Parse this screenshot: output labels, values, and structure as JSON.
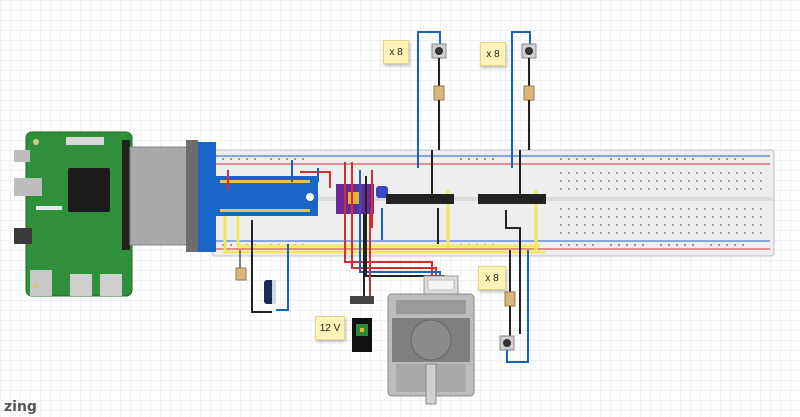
{
  "notes": {
    "buttons_top_left": "x 8",
    "buttons_top_right": "x 8",
    "buttons_bottom": "x 8",
    "power": "12 V"
  },
  "watermark": "zing",
  "colors": {
    "pcb_green": "#2f8f3b",
    "breakout_blue": "#1a66c8",
    "driver_purple": "#6a2a96",
    "breadboard": "#eeeeee",
    "wire_red": "#d32f2f",
    "wire_blue": "#1565c0",
    "wire_yellow": "#f2e85c",
    "wire_black": "#222222",
    "motor_grey": "#bdbdbd"
  },
  "icons": {
    "stepper": "stepper-motor-icon",
    "ic": "shift-register-chip-icon",
    "button": "tactile-button-icon"
  }
}
